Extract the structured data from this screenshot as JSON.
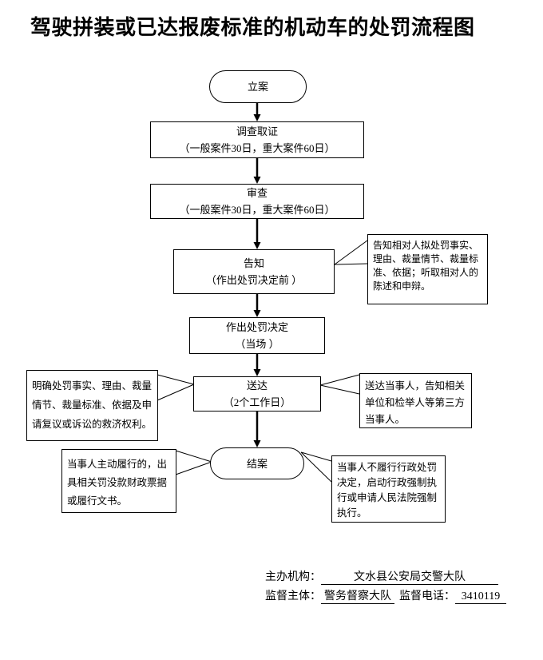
{
  "title": "驾驶拼装或已达报废标准的机动车的处罚流程图",
  "flow": {
    "nodes": [
      {
        "label": "立案",
        "sub": ""
      },
      {
        "label": "调查取证",
        "sub": "（一般案件30日，重大案件60日）"
      },
      {
        "label": "审查",
        "sub": "（一般案件30日，重大案件60日）"
      },
      {
        "label": "告知",
        "sub": "（作出处罚决定前 ）"
      },
      {
        "label": "作出处罚决定",
        "sub": "（当场 ）"
      },
      {
        "label": "送达",
        "sub": "（2个工作日）"
      },
      {
        "label": "结案",
        "sub": ""
      }
    ],
    "notes": [
      {
        "text": "告知相对人拟处罚事实、理由、裁量情节、裁量标准、依据；听取相对人的陈述和申辩。"
      },
      {
        "text": "明确处罚事实、理由、裁量情节、裁量标准、依据及申请复议或诉讼的救济权利。"
      },
      {
        "text": "送达当事人，告知相关单位和检举人等第三方当事人。"
      },
      {
        "text": "当事人主动履行的，出具相关罚没款财政票据或履行文书。"
      },
      {
        "text": "当事人不履行行政处罚决定，启动行政强制执行或申请人民法院强制执行。"
      }
    ]
  },
  "footer": {
    "organizer_label": "主办机构：",
    "organizer_value": "文水县公安局交警大队",
    "supervisor_label": "监督主体：",
    "supervisor_value": "警务督察大队",
    "phone_label": "监督电话：",
    "phone_value": "3410119"
  },
  "colors": {
    "ink": "#000000",
    "background": "#ffffff"
  }
}
